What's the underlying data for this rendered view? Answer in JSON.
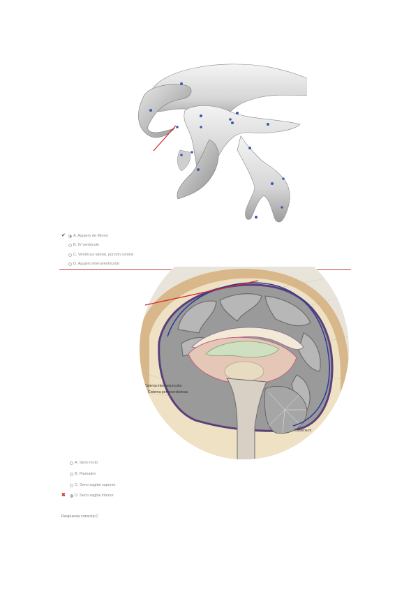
{
  "question1": {
    "options": [
      {
        "label": "A. Agujero de Morno",
        "selected": true
      },
      {
        "label": "B. IV ventriculo",
        "selected": false
      },
      {
        "label": "C. Ventrícuo lateral, porción central",
        "selected": false
      },
      {
        "label": "D. Agujero interaventricular",
        "selected": false
      }
    ],
    "result_icon": "check-icon"
  },
  "question2": {
    "figure_labels": {
      "cisterna_interpeduncular": "Cisterna interpeduncular",
      "cisterna_pontocerebelosa": "Cisterna pontocerebelosa",
      "cisterna_magna": "Cisterna m"
    },
    "options": [
      {
        "label": "A. Seno recto",
        "selected": false
      },
      {
        "label": "B. Piamadre",
        "selected": false
      },
      {
        "label": "C. Seno sagital superior",
        "selected": false
      },
      {
        "label": "D. Seno sagital inferior",
        "selected": true
      }
    ],
    "result_icon": "cross-icon",
    "correct_answer": "Respuesta correcta:C"
  },
  "colors": {
    "pointer": "#d42a2a",
    "divider": "#c43c3c",
    "pin": "#3a58b5",
    "wrong": "#c0392b"
  }
}
